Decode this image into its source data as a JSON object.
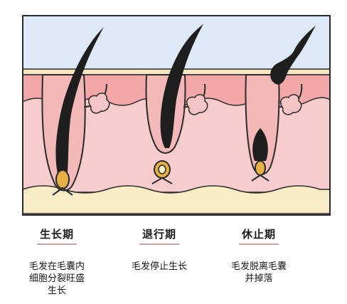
{
  "stages": [
    {
      "title": "生长期",
      "desc_lines": [
        "毛发在毛囊内",
        "细胞分裂旺盛",
        "生长"
      ]
    },
    {
      "title": "退行期",
      "desc_lines": [
        "毛发停止生长"
      ]
    },
    {
      "title": "休止期",
      "desc_lines": [
        "毛发脱离毛囊",
        "并掉落"
      ]
    }
  ],
  "colors": {
    "sky": "#dde9f7",
    "epidermis_top": "#f6e6c2",
    "skin_outer": "#f2a8a8",
    "dermis": "#f7cccc",
    "fat": "#f7ecc3",
    "hair": "#1e1e1e",
    "follicle": "#f3b9b9",
    "bulb": "#e7b148",
    "outline": "#2a2a2a"
  }
}
